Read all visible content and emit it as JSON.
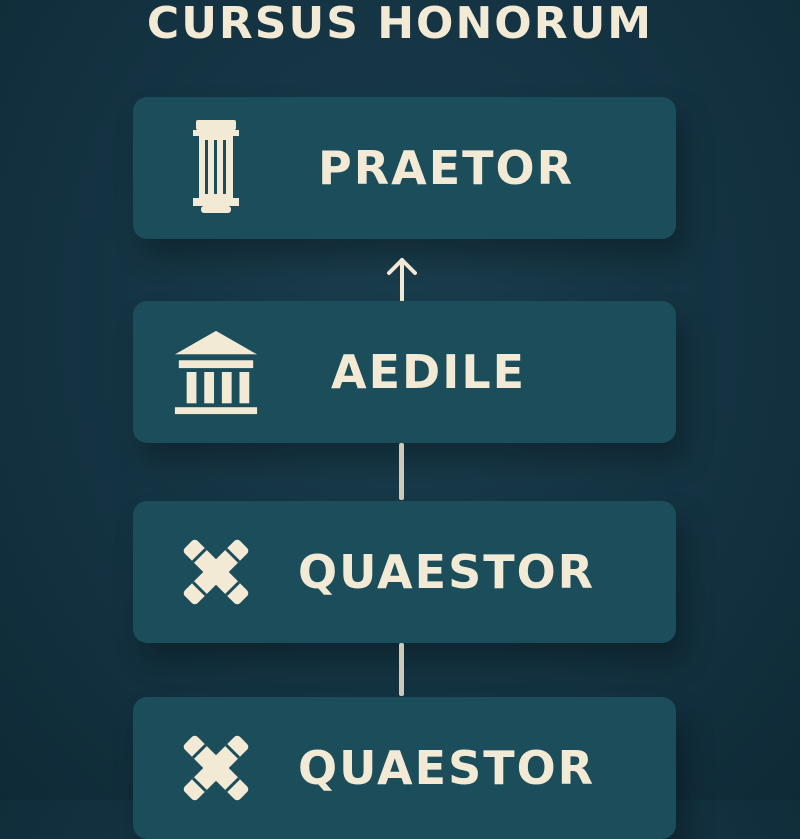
{
  "title": "CURSUS HONORUM",
  "colors": {
    "background": "#143342",
    "card": "#1b4d5a",
    "text": "#f3ead6",
    "connector": "#cfcab8"
  },
  "ranks": [
    {
      "label": "PRAETOR",
      "icon": "column-icon"
    },
    {
      "label": "AEDILE",
      "icon": "temple-icon"
    },
    {
      "label": "QUAESTOR",
      "icon": "crossed-scrolls-icon"
    },
    {
      "label": "QUAESTOR",
      "icon": "crossed-scrolls-icon"
    }
  ]
}
